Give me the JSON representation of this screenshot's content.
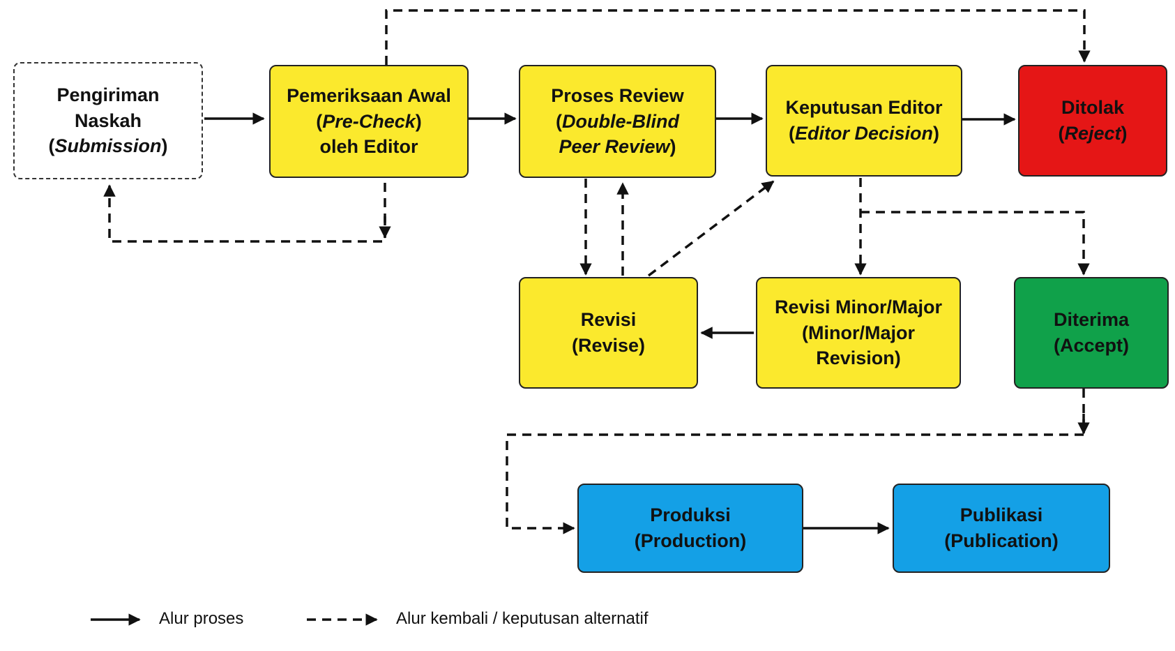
{
  "colors": {
    "start": "#ffffff",
    "process": "#fbe92d",
    "reject": "#e51616",
    "accept": "#10a14a",
    "production": "#14a0e6",
    "line": "#111111"
  },
  "nodes": {
    "submission": {
      "line1": "Pengiriman",
      "line2": "Naskah",
      "line3_open": "(",
      "line3_italic": "Submission",
      "line3_close": ")"
    },
    "precheck": {
      "line1": "Pemeriksaan Awal",
      "line2_open": "(",
      "line2_italic": "Pre-Check",
      "line2_close": ")",
      "line3": "oleh Editor"
    },
    "review": {
      "line1": "Proses Review",
      "line2_open": "(",
      "line2_italic": "Double-Blind",
      "line3_italic": "Peer Review",
      "line3_close": ")"
    },
    "editor_decision": {
      "line1": "Keputusan Editor",
      "line2_open": "(",
      "line2_italic": "Editor Decision",
      "line2_close": ")"
    },
    "reject": {
      "line1": "Ditolak",
      "line2_open": "(",
      "line2_italic": "Reject",
      "line2_close": ")"
    },
    "revise": {
      "line1": "Revisi",
      "line2": "(Revise)"
    },
    "minor_major": {
      "line1": "Revisi Minor/Major",
      "line2": "(Minor/Major",
      "line3": "Revision)"
    },
    "accept": {
      "line1": "Diterima",
      "line2": "(Accept)"
    },
    "production": {
      "line1": "Produksi",
      "line2": "(Production)"
    },
    "publication": {
      "line1": "Publikasi",
      "line2": "(Publication)"
    }
  },
  "legend": {
    "solid_label": "Alur proses",
    "dashed_label": "Alur kembali / keputusan alternatif"
  }
}
